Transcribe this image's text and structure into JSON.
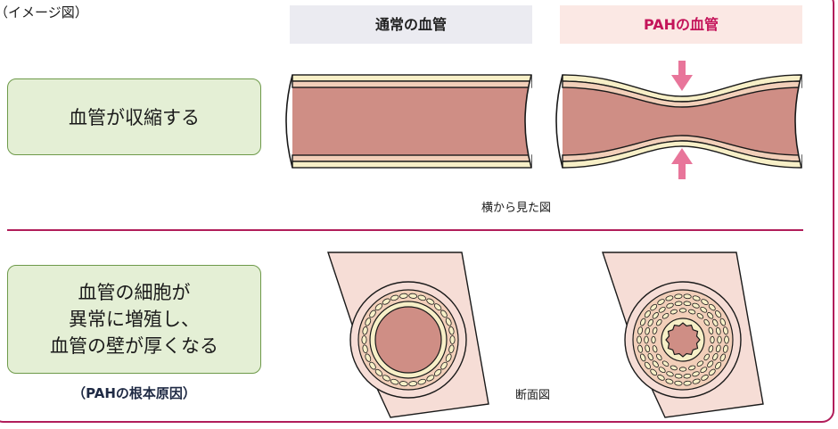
{
  "header": {
    "caption": "（イメージ図）",
    "normal_column": "通常の血管",
    "pah_column": "PAHの血管"
  },
  "row1": {
    "label": "血管が収縮する",
    "caption": "横から見た図"
  },
  "row2": {
    "label_lines": [
      "血管の細胞が",
      "異常に増殖し、",
      "血管の壁が厚くなる"
    ],
    "note": "（PAHの根本原因）",
    "caption": "断面図"
  },
  "colors": {
    "accent": "#b11d5a",
    "pah_text": "#c4145a",
    "vessel_fill": "#cf8e85",
    "wall_cream": "#f7efc7",
    "wall_pink": "#f2cfb9",
    "arrow": "#e8759a",
    "label_fill": "#e4efd5",
    "label_border": "#6e9a4a"
  }
}
